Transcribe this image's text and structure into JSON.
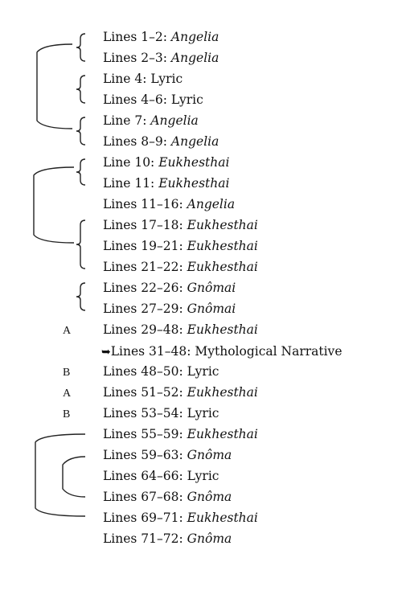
{
  "lines": [
    {
      "range": "Lines 1–2: ",
      "genre": "Angelia",
      "italic": true
    },
    {
      "range": "Lines 2–3: ",
      "genre": "Angelia",
      "italic": true
    },
    {
      "range": "Line 4: ",
      "genre": "Lyric",
      "italic": false
    },
    {
      "range": "Lines 4–6: ",
      "genre": "Lyric",
      "italic": false
    },
    {
      "range": "Line 7: ",
      "genre": "Angelia",
      "italic": true
    },
    {
      "range": "Lines 8–9: ",
      "genre": "Angelia",
      "italic": true
    },
    {
      "range": "Line 10: ",
      "genre": "Eukhesthai",
      "italic": true
    },
    {
      "range": "Line 11: ",
      "genre": "Eukhesthai",
      "italic": true
    },
    {
      "range": "Lines 11–16: ",
      "genre": "Angelia",
      "italic": true
    },
    {
      "range": "Lines 17–18: ",
      "genre": "Eukhesthai",
      "italic": true
    },
    {
      "range": "Lines 19–21: ",
      "genre": "Eukhesthai",
      "italic": true
    },
    {
      "range": "Lines 21–22: ",
      "genre": "Eukhesthai",
      "italic": true
    },
    {
      "range": "Lines 22–26: ",
      "genre": "Gnômai",
      "italic": true
    },
    {
      "range": "Lines 27–29: ",
      "genre": "Gnômai",
      "italic": true
    },
    {
      "range": "Lines 29–48: ",
      "genre": "Eukhesthai",
      "italic": true
    },
    {
      "range": "Lines 48–50: ",
      "genre": "Lyric",
      "italic": false
    },
    {
      "range": "Lines 51–52: ",
      "genre": "Eukhesthai",
      "italic": true
    },
    {
      "range": "Lines 53–54: ",
      "genre": "Lyric",
      "italic": false
    },
    {
      "range": "Lines 55–59: ",
      "genre": "Eukhesthai",
      "italic": true
    },
    {
      "range": "Lines 59–63: ",
      "genre": "Gnôma",
      "italic": true
    },
    {
      "range": "Lines 64–66: ",
      "genre": "Lyric",
      "italic": false
    },
    {
      "range": "Lines 67–68: ",
      "genre": "Gnôma",
      "italic": true
    },
    {
      "range": "Lines 69–71: ",
      "genre": "Eukhesthai",
      "italic": true
    },
    {
      "range": "Lines 71–72: ",
      "genre": "Gnôma",
      "italic": true
    }
  ],
  "subline": {
    "arrow": "➥",
    "text": "Lines 31–48: Mythological Narrative"
  },
  "markers": {
    "a1": "A",
    "b1": "B",
    "a2": "A",
    "b2": "B"
  },
  "colors": {
    "ink": "#111111",
    "bracket": "#222222"
  }
}
